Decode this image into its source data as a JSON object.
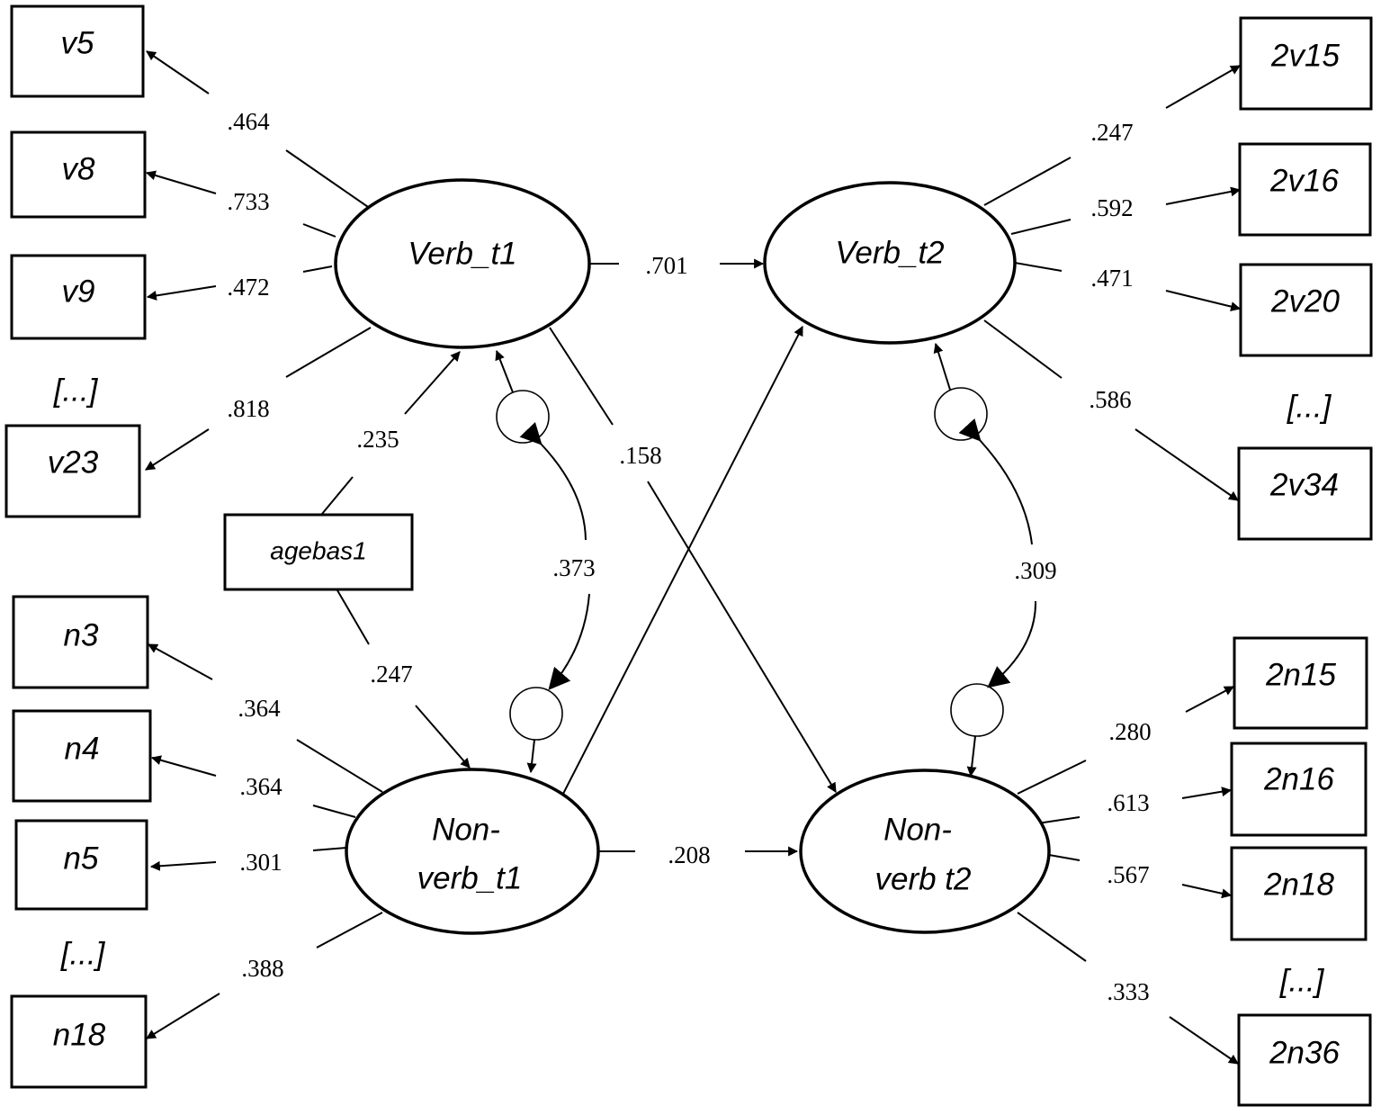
{
  "latents": {
    "verb_t1": "Verb_t1",
    "verb_t2": "Verb_t2",
    "nonverb_t1_line1": "Non-",
    "nonverb_t1_line2": "verb_t1",
    "nonverb_t2_line1": "Non-",
    "nonverb_t2_line2": "verb  t2"
  },
  "covariate": "agebas1",
  "indicators": {
    "v5": "v5",
    "v8": "v8",
    "v9": "v9",
    "v23": "v23",
    "n3": "n3",
    "n4": "n4",
    "n5": "n5",
    "n18": "n18",
    "2v15": "2v15",
    "2v16": "2v16",
    "2v20": "2v20",
    "2v34": "2v34",
    "2n15": "2n15",
    "2n16": "2n16",
    "2n18": "2n18",
    "2n36": "2n36"
  },
  "ellipsis": "[...]",
  "loadings": {
    "v5": ".464",
    "v8": ".733",
    "v9": ".472",
    "v23": ".818",
    "n3": ".364",
    "n4": ".364",
    "n5": ".301",
    "n18": ".388",
    "2v15": ".247",
    "2v16": ".592",
    "2v20": ".471",
    "2v34": ".586",
    "2n15": ".280",
    "2n16": ".613",
    "2n18": ".567",
    "2n36": ".333"
  },
  "paths": {
    "verb_t1_to_verb_t2": ".701",
    "nonverb_t1_to_nonverb_t2": ".208",
    "verb_t1_to_nonverb_t2": ".158",
    "agebas1_to_verb_t1": ".235",
    "agebas1_to_nonverb_t1": ".247",
    "cov_t1": ".373",
    "cov_t2": ".309"
  }
}
